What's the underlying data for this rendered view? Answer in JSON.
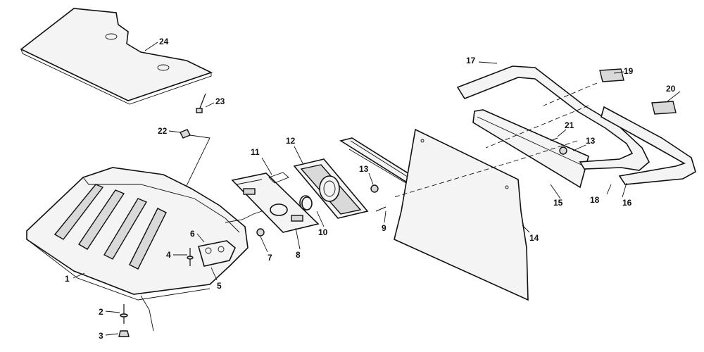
{
  "diagram": {
    "callouts": [
      {
        "id": "c1",
        "text": "1"
      },
      {
        "id": "c2",
        "text": "2"
      },
      {
        "id": "c3",
        "text": "3"
      },
      {
        "id": "c4",
        "text": "4"
      },
      {
        "id": "c5",
        "text": "5"
      },
      {
        "id": "c6",
        "text": "6"
      },
      {
        "id": "c7",
        "text": "7"
      },
      {
        "id": "c8",
        "text": "8"
      },
      {
        "id": "c9",
        "text": "9"
      },
      {
        "id": "c10",
        "text": "10"
      },
      {
        "id": "c11",
        "text": "11"
      },
      {
        "id": "c12",
        "text": "12"
      },
      {
        "id": "c13a",
        "text": "13"
      },
      {
        "id": "c13b",
        "text": "13"
      },
      {
        "id": "c14",
        "text": "14"
      },
      {
        "id": "c15",
        "text": "15"
      },
      {
        "id": "c16",
        "text": "16"
      },
      {
        "id": "c17",
        "text": "17"
      },
      {
        "id": "c18",
        "text": "18"
      },
      {
        "id": "c19",
        "text": "19"
      },
      {
        "id": "c20",
        "text": "20"
      },
      {
        "id": "c21",
        "text": "21"
      },
      {
        "id": "c22",
        "text": "22"
      },
      {
        "id": "c23",
        "text": "23"
      },
      {
        "id": "c24",
        "text": "24"
      }
    ]
  }
}
